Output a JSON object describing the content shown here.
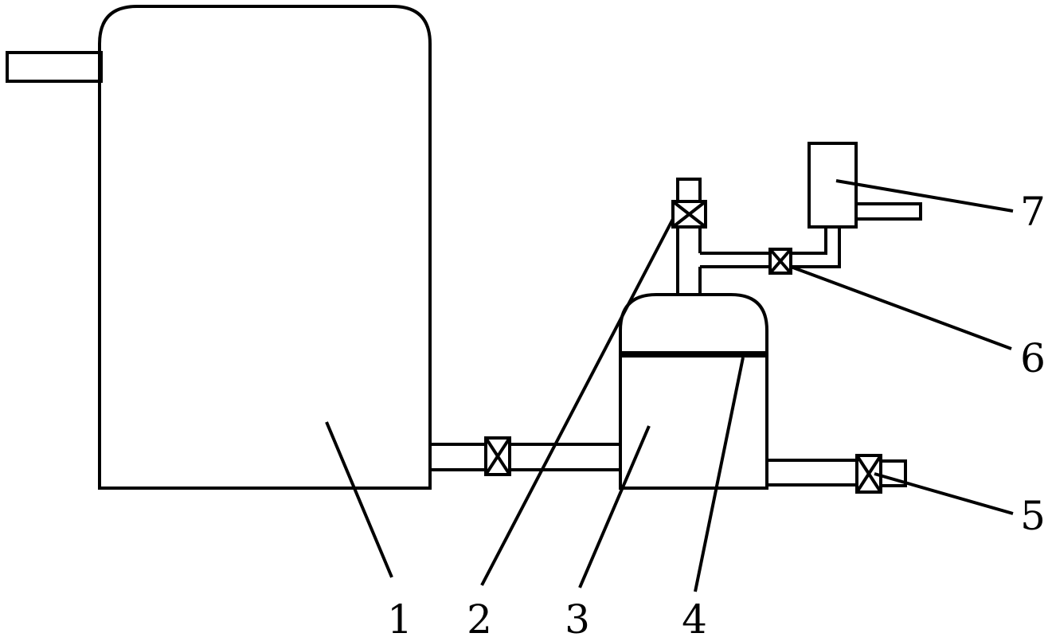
{
  "diagram": {
    "line_color": "#000000",
    "background": "#ffffff",
    "reference_labels": {
      "tank_large": "1",
      "vent_valve": "2",
      "vessel": "3",
      "partition": "4",
      "outlet_valve": "5",
      "branch_valve": "6",
      "box": "7"
    }
  }
}
